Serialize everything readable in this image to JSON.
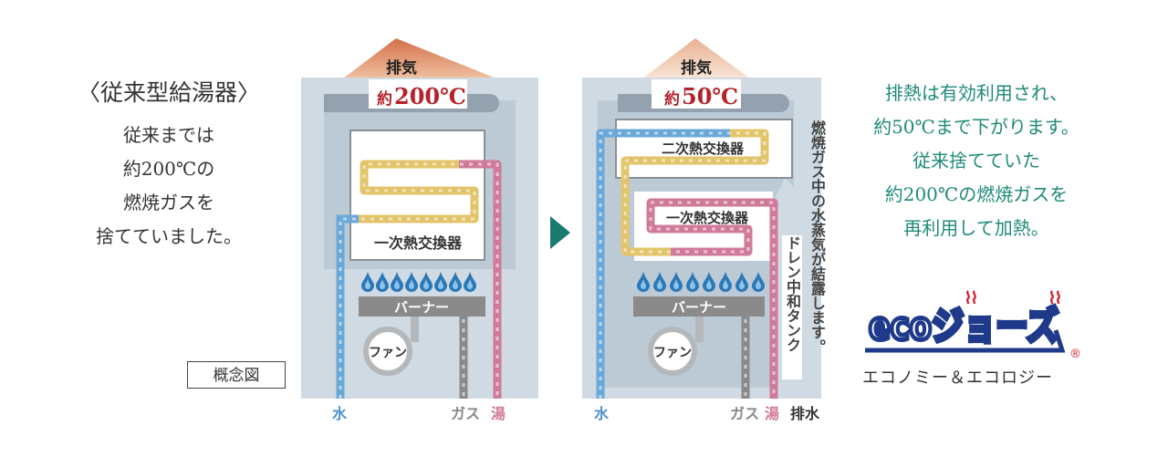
{
  "left": {
    "title": "〈従来型給湯器〉",
    "description_lines": [
      "従来までは",
      "約200℃の",
      "燃焼ガスを",
      "捨てていました。"
    ],
    "concept_label": "概念図"
  },
  "conventional_diagram": {
    "exhaust_label": "排気",
    "exhaust_temp_prefix": "約",
    "exhaust_temp": "200℃",
    "heat_exchanger": "一次熱交換器",
    "burner": "バーナー",
    "fan": "ファン",
    "water": "水",
    "gas": "ガス",
    "hot_water": "湯"
  },
  "eco_diagram": {
    "exhaust_label": "排気",
    "exhaust_temp_prefix": "約",
    "exhaust_temp": "50℃",
    "secondary_exchanger": "二次熱交換器",
    "primary_exchanger": "一次熱交換器",
    "burner": "バーナー",
    "fan": "ファン",
    "drain_tank": "ドレン中和タンク",
    "condensation_note": "燃焼ガス中の水蒸気が結露します。",
    "water": "水",
    "gas": "ガス",
    "hot_water": "湯",
    "drain": "排水"
  },
  "right": {
    "description_lines": [
      "排熱は有効利用され、",
      "約50℃まで下がります。",
      "従来捨てていた",
      "約200℃の燃焼ガスを",
      "再利用して加熱。"
    ]
  },
  "logo": {
    "text": "ecoジョーズ",
    "registered": "®",
    "subtitle": "エコノミー＆エコロジー"
  },
  "colors": {
    "teal": "#1e8a78",
    "water_pipe": "#6aa8d8",
    "warm_pipe": "#e2c46a",
    "hot_pipe": "#d07a9a",
    "logo_blue": "#1f3a8a",
    "logo_red": "#d3262e"
  }
}
